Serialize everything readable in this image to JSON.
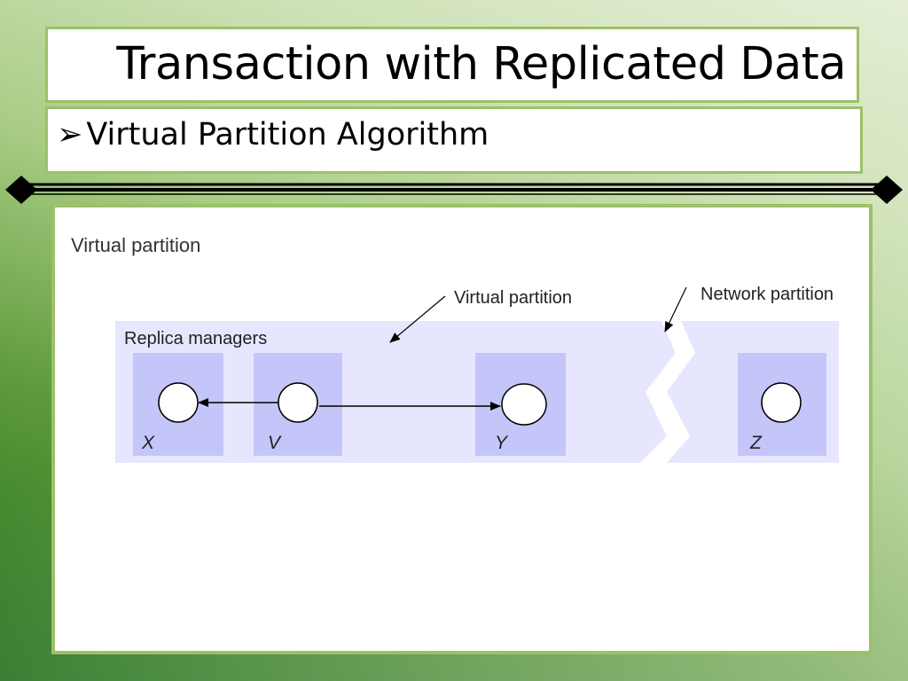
{
  "slide": {
    "title": "Transaction with Replicated Data",
    "subtitle_bullet": "➢",
    "subtitle": "Virtual Partition Algorithm"
  },
  "diagram": {
    "caption": "Virtual partition",
    "virtual_partition_label": "Virtual partition",
    "network_partition_label": "Network partition",
    "group_label": "Replica managers",
    "nodes": [
      "X",
      "V",
      "Y",
      "Z"
    ]
  },
  "colors": {
    "frame_border": "#9bc169",
    "group_fill": "#e6e7fe",
    "node_fill": "#c4c5f8"
  }
}
